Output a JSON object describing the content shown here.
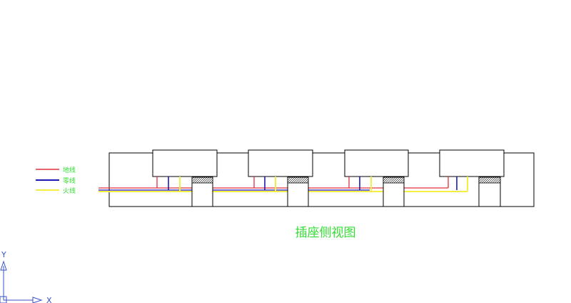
{
  "legend": [
    {
      "label": "地线",
      "color": "#e0303a"
    },
    {
      "label": "零线",
      "color": "#1a1ab8"
    },
    {
      "label": "火线",
      "color": "#f2ee44"
    }
  ],
  "title": "插座侧视图",
  "title_color": "#33dd33",
  "axis": {
    "y_label": "Y",
    "x_label": "X"
  },
  "colors": {
    "outline": "#000000",
    "ucs": "#3a52c8",
    "legend_text": "#33dd33"
  },
  "socket_count": 4
}
